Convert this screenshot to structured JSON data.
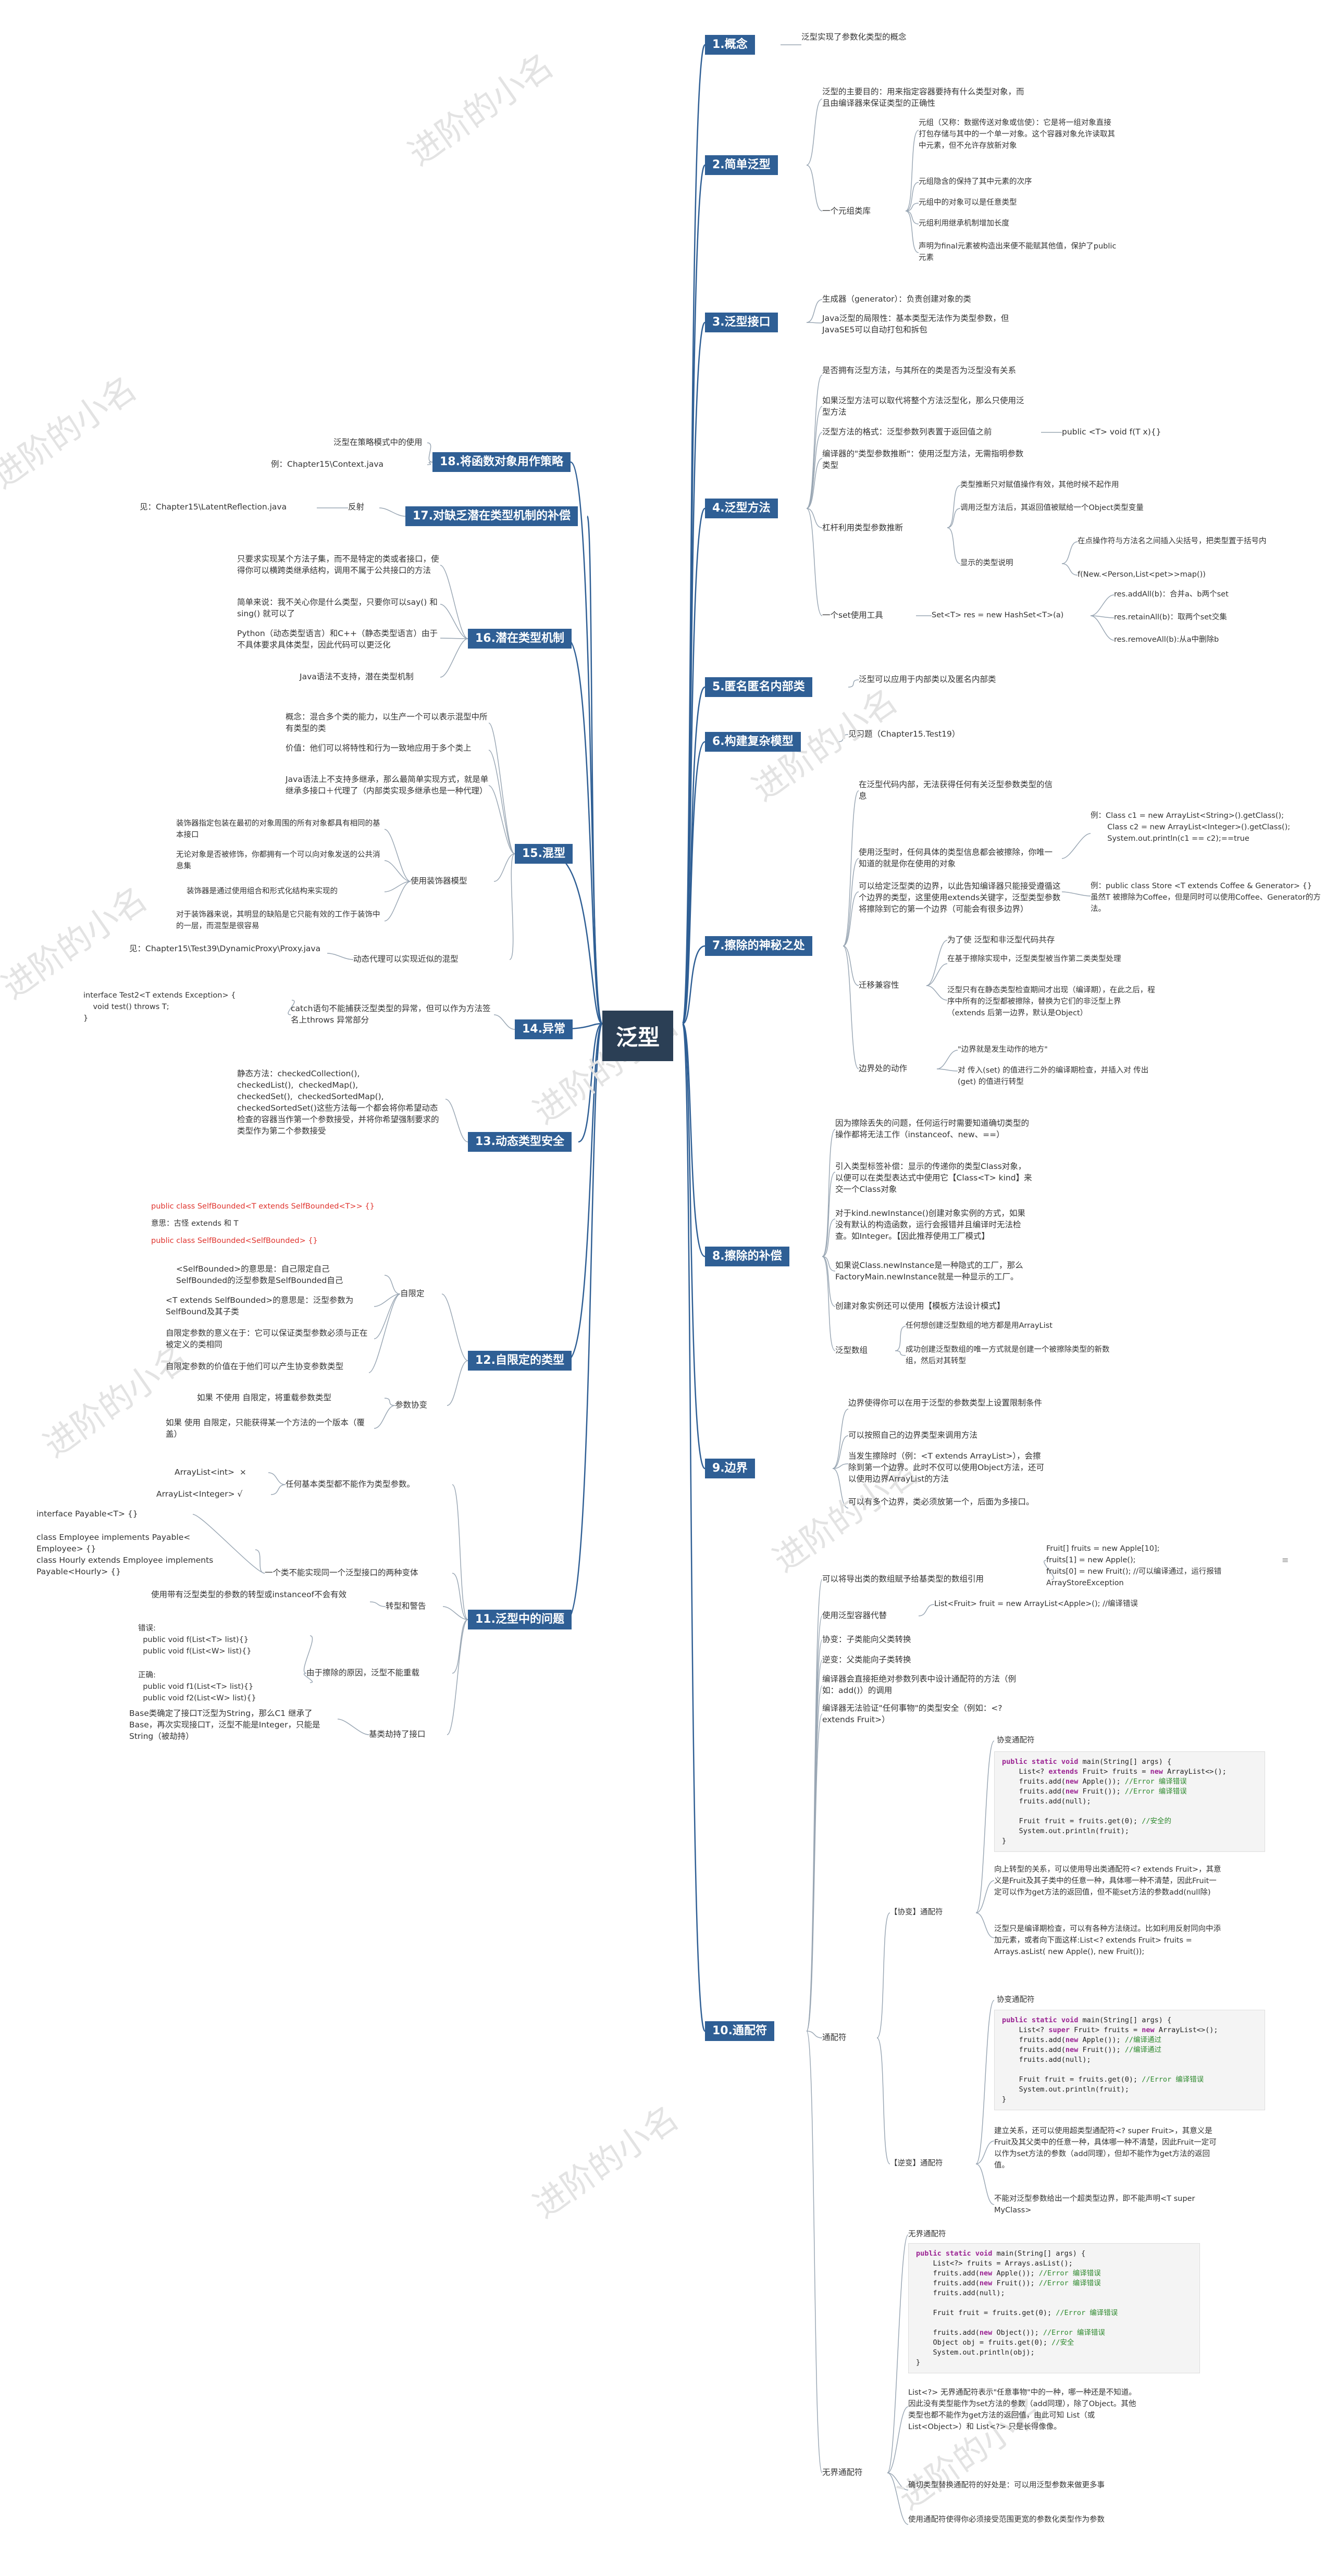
{
  "watermark": "进阶的小名",
  "root": "泛型",
  "right": [
    {
      "label": "1.概念",
      "items": [
        "泛型实现了参数化类型的概念"
      ]
    },
    {
      "label": "2.简单泛型",
      "items": [
        "泛型的主要目的：用来指定容器要持有什么类型对象，而且由编译器来保证类型的正确性",
        "一个元组类库",
        "元组（又称：数据传送对象或信使）：它是将一组对象直接打包存储与其中的一个单一对象。这个容器对象允许读取其中元素，但不允许存放新对象",
        "元组隐含的保持了其中元素的次序",
        "元组中的对象可以是任意类型",
        "元组利用继承机制增加长度",
        "声明为final元素被构造出来便不能赋其他值，保护了public元素"
      ]
    },
    {
      "label": "3.泛型接口",
      "items": [
        "生成器（generator）：负责创建对象的类",
        "Java泛型的局限性：基本类型无法作为类型参数，但JavaSE5可以自动打包和拆包"
      ]
    },
    {
      "label": "4.泛型方法",
      "items": [
        "是否拥有泛型方法，与其所在的类是否为泛型没有关系",
        "如果泛型方法可以取代将整个方法泛型化，那么只使用泛型方法",
        "泛型方法的格式：泛型参数列表置于返回值之前",
        "public <T> void f(T x){}",
        "编译器的\"类型参数推断\"：使用泛型方法，无需指明参数类型",
        "杠杆利用类型参数推断",
        "类型推断只对赋值操作有效，其他时候不起作用",
        "调用泛型方法后，其返回值被赋给一个Object类型变量",
        "显示的类型说明",
        "在点操作符与方法名之间插入尖括号，把类型置于括号内",
        "f(New.<Person,List<pet>>map())",
        "一个set使用工具",
        "Set<T> res = new HashSet<T>(a)",
        "res.addAll(b)：合并a、b两个set",
        "res.retainAll(b)：取两个set交集",
        "res.removeAll(b):从a中删除b"
      ]
    },
    {
      "label": "5.匿名匿名内部类",
      "items": [
        "泛型可以应用于内部类以及匿名内部类"
      ]
    },
    {
      "label": "6.构建复杂模型",
      "items": [
        "见习题（Chapter15.Test19）"
      ]
    },
    {
      "label": "7.擦除的神秘之处",
      "items": [
        "在泛型代码内部，无法获得任何有关泛型参数类型的信息",
        "使用泛型时，任何具体的类型信息都会被擦除，你唯一知道的就是你在使用的对象",
        "例：Class c1 = new ArrayList<String>().getClass();\n       Class c2 = new ArrayList<Integer>().getClass();\n       System.out.println(c1 == c2);==true",
        "可以给定泛型类的边界，以此告知编译器只能接受遵循这个边界的类型，这里使用extends关键字，泛型类型参数将擦除到它的第一个边界（可能会有很多边界）",
        "例：public class Store <T extends Coffee & Generator> {}\n虽然T 被擦除为Coffee，但是同时可以使用Coffee、Generator的方法。",
        "为了使 泛型和非泛型代码共存",
        "迁移兼容性",
        "在基于擦除实现中，泛型类型被当作第二类类型处理",
        "泛型只有在静态类型检查期间才出现（编译期），在此之后，程序中所有的泛型都被擦除，替换为它们的非泛型上界（extends 后第一边界，默认是Object）",
        "边界处的动作",
        "\"边界就是发生动作的地方\"",
        "对 传入(set) 的值进行二外的编译期检查，并插入对 传出(get) 的值进行转型"
      ]
    },
    {
      "label": "8.擦除的补偿",
      "items": [
        "因为擦除丢失的问题，任何运行时需要知道确切类型的操作都将无法工作（instanceof、new、==）",
        "引入类型标签补偿：显示的传递你的类型Class对象，以便可以在类型表达式中使用它【Class<T> kind】来交一个Class对象",
        "对于kind.newInstance()创建对象实例的方式，如果没有默认的构造函数，运行会报错并且编译时无法检查。如Integer。【因此推荐使用工厂模式】",
        "如果说Class.newInstance是一种隐式的工厂，那么FactoryMain.newInstance就是一种显示的工厂。",
        "创建对象实例还可以使用【模板方法设计模式】",
        "泛型数组",
        "任何想创建泛型数组的地方都是用ArrayList",
        "成功创建泛型数组的唯一方式就是创建一个被擦除类型的新数组，然后对其转型"
      ]
    },
    {
      "label": "9.边界",
      "items": [
        "边界使得你可以在用于泛型的参数类型上设置限制条件",
        "可以按照自己的边界类型来调用方法",
        "当发生擦除时（例：<T extends ArrayList>），会擦除到第一个边界。此时不仅可以使用Object方法，还可以使用边界ArrayList的方法",
        "可以有多个边界，类必须放第一个，后面为多接口。"
      ]
    },
    {
      "label": "10.通配符",
      "items": [
        "可以将导出类的数组赋予给基类型的数组引用",
        "Fruit[] fruits = new Apple[10];\nfruits[1] = new Apple();\nfruits[0] = new Fruit(); //可以编译通过，运行报错ArrayStoreException",
        "使用泛型容器代替",
        "List<Fruit> fruit = new ArrayList<Apple>(); //编译错误",
        "协变：子类能向父类转换",
        "逆变：父类能向子类转换",
        "编译器会直接拒绝对参数列表中设计通配符的方法（例如：add()）的调用",
        "编译器无法验证\"任何事物\"的类型安全（例如：<? extends Fruit>）",
        "通配符",
        "【协变】通配符",
        "协变通配符",
        "向上转型的关系，可以使用导出类通配符<? extends Fruit>，其意义是Fruit及其子类中的任意一种，具体哪一种不清楚，因此Fruit一定可以作为get方法的返回值，但不能set方法的参数add(null除)",
        "泛型只是编译期检查，可以有各种方法绕过。比如利用反射同向中添加元素，或者向下面这样:List<? extends Fruit> fruits = Arrays.asList( new Apple(), new Fruit());",
        "【逆变】通配符",
        "协变通配符",
        "建立关系，还可以使用超类型通配符<? super Fruit>，其意义是Fruit及其父类中的任意一种，具体哪一种不清楚，因此Fruit一定可以作为set方法的参数（add同理），但却不能作为get方法的返回值。",
        "不能对泛型参数给出一个超类型边界，即不能声明<T super MyClass>",
        "无界通配符",
        "无界通配符",
        "List<?> 无界通配符表示\"任意事物\"中的一种，哪一种还是不知道。因此没有类型能作为set方法的参数（add同理），除了Object。其他类型也都不能作为get方法的返回值，由此可知 List（或List<Object>）和 List<?> 只是长得像像。",
        "确切类型替换通配符的好处是：可以用泛型参数来做更多事",
        "使用通配符使得你必须接受范围更宽的参数化类型作为参数"
      ]
    }
  ],
  "left": [
    {
      "label": "18.将函数对象用作策略",
      "items": [
        "泛型在策略模式中的使用",
        "例：Chapter15\\Context.java"
      ]
    },
    {
      "label": "17.对缺乏潜在类型机制的补偿",
      "items": [
        "反射",
        "见：Chapter15\\LatentReflection.java"
      ]
    },
    {
      "label": "16.潜在类型机制",
      "items": [
        "只要求实现某个方法子集，而不是特定的类或者接口，使得你可以横跨类继承结构，调用不属于公共接口的方法",
        "简单来说：我不关心你是什么类型，只要你可以say() 和 sing() 就可以了",
        "Python（动态类型语言）和C++（静态类型语言）由于不具体要求具体类型，因此代码可以更泛化",
        "Java语法不支持，潜在类型机制"
      ]
    },
    {
      "label": "15.混型",
      "items": [
        "概念：混合多个类的能力，以生产一个可以表示混型中所有类型的类",
        "价值：他们可以将特性和行为一致地应用于多个类上",
        "Java语法上不支持多继承，那么最简单实现方式，就是单继承多接口＋代理了（内部类实现多继承也是一种代理）",
        "使用装饰器模型",
        "装饰器指定包装在最初的对象周围的所有对象都具有相同的基本接口",
        "无论对象是否被修饰，你都拥有一个可以向对象发送的公共消息集",
        "装饰器是通过使用组合和形式化结构来实现的",
        "对于装饰器来说，其明显的缺陷是它只能有效的工作于装饰中的一层，而混型是很容易",
        "动态代理可以实现近似的混型",
        "见：Chapter15\\Test39\\DynamicProxy\\Proxy.java"
      ]
    },
    {
      "label": "14.异常",
      "items": [
        "catch语句不能捕获泛型类型的异常，但可以作为方法签名上throws 异常部分",
        "interface Test2<T extends Exception> {\n    void test() throws T;\n}"
      ]
    },
    {
      "label": "13.动态类型安全",
      "items": [
        "静态方法：checkedCollection(),\ncheckedList(),  checkedMap(),\ncheckedSet(),  checkedSortedMap(),\ncheckedSortedSet()这些方法每一个都会将你希望动态检查的容器当作第一个参数接受，并将你希望强制要求的类型作为第二个参数接受"
      ]
    },
    {
      "label": "12.自限定的类型",
      "items": [
        "自限定",
        "public class SelfBounded<T extends SelfBounded<T>> {}",
        "意思：古怪 extends 和 T",
        "public class SelfBounded<SelfBounded> {}",
        "<SelfBounded>的意思是：自己限定自己\nSelfBounded的泛型参数是SelfBounded自己",
        "<T extends SelfBounded>的意思是：泛型参数为SelfBound及其子类",
        "自限定参数的意义在于：它可以保证类型参数必须与正在被定义的类相同",
        "自限定参数的价值在于他们可以产生协变参数类型",
        "参数协变",
        "如果 不使用 自限定，将重载参数类型",
        "如果 使用 自限定，只能获得某一个方法的一个版本（覆盖）"
      ]
    },
    {
      "label": "11.泛型中的问题",
      "items": [
        "任何基本类型都不能作为类型参数。",
        "ArrayList<int>  ×",
        "ArrayList<Integer> √",
        "一个类不能实现同一个泛型接口的两种变体",
        "interface Payable<T> {}",
        "class Employee implements Payable<\nEmployee> {}\nclass Hourly extends Employee implements\nPayable<Hourly> {}",
        "转型和警告",
        "使用带有泛型类型的参数的转型或instanceof不会有效",
        "由于擦除的原因，泛型不能重载",
        "错误:\n  public void f(List<T> list){}\n  public void f(List<W> list){}",
        "正确:\n  public void f1(List<T> list){}\n  public void f2(List<W> list){}",
        "基类劫持了接口",
        "Base类确定了接口T泛型为String，那么C1 继承了Base，再次实现接口T，泛型不能是Integer，只能是String（被劫持）"
      ]
    }
  ],
  "code": {
    "cov1": "public static void main(String[] args) {\n    List<? extends Fruit> fruits = new ArrayList<>();\n    fruits.add(new Apple()); //Error 编译错误\n    fruits.add(new Fruit()); //Error 编译错误\n    fruits.add(null);\n\n    Fruit fruit = fruits.get(0); //安全的\n    System.out.println(fruit);\n}",
    "cov2": "public static void main(String[] args) {\n    List<? super Fruit> fruits = new ArrayList<>();\n    fruits.add(new Apple()); //编译通过\n    fruits.add(new Fruit()); //编译通过\n    fruits.add(null);\n\n    Fruit fruit = fruits.get(0); //Error 编译错误\n    System.out.println(fruit);\n}",
    "unb": "public static void main(String[] args) {\n    List<?> fruits = Arrays.asList();\n    fruits.add(new Apple()); //Error 编译错误\n    fruits.add(new Fruit()); //Error 编译错误\n    fruits.add(null);\n\n    Fruit fruit = fruits.get(0); //Error 编译错误\n\n    fruits.add(new Object()); //Error 编译错误\n    Object obj = fruits.get(0); //安全\n    System.out.println(obj);\n}"
  }
}
